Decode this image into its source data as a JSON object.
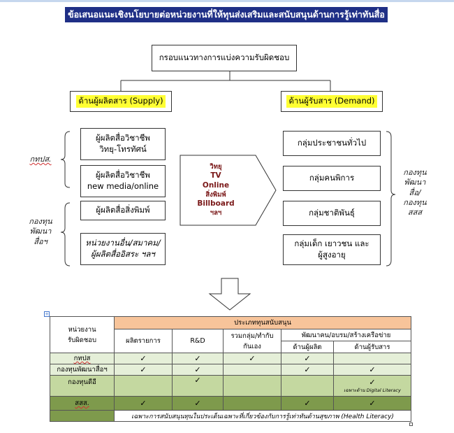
{
  "title": "ข้อเสนอแนะเชิงนโยบายต่อหน่วยงานที่ให้ทุนส่งเสริมและสนับสนุนด้านการรู้เท่าทันสื่อ",
  "framework": "กรอบแนวทางการแบ่งความรับผิดชอบ",
  "supply_label": "ด้านผู้ผลิตสาร (Supply)",
  "demand_label": "ด้านผู้รับสาร (Demand)",
  "supply_items": [
    {
      "line1": "ผู้ผลิตสื่อวิชาชีพ",
      "line2": "วิทยุ-โทรทัศน์"
    },
    {
      "line1": "ผู้ผลิตสื่อวิชาชีพ",
      "line2": "new media/online"
    },
    {
      "line1": "ผู้ผลิตสื่อสิ่งพิมพ์",
      "line2": ""
    },
    {
      "line1": "หน่วยงานอื่น/สมาคม/",
      "line2": "ผู้ผลิตสื่ออิสระ ฯลฯ"
    }
  ],
  "demand_items": [
    {
      "line1": "กลุ่มประชาชนทั่วไป",
      "line2": ""
    },
    {
      "line1": "กลุ่มคนพิการ",
      "line2": ""
    },
    {
      "line1": "กลุ่มชาติพันธุ์",
      "line2": ""
    },
    {
      "line1": "กลุ่มเด็ก เยาวชน และ",
      "line2": "ผู้สูงอายุ"
    }
  ],
  "left_side": {
    "top": "กทปส.",
    "bottom": [
      "กองทุน",
      "พัฒนา",
      "สื่อฯ"
    ]
  },
  "right_side": [
    "กองทุน",
    "พัฒนา",
    "สื่อ/",
    "กองทุน",
    "สสส"
  ],
  "media": [
    "วิทยุ",
    "TV",
    "Online",
    "สิ่งพิมพ์",
    "Billboard",
    "ฯลฯ"
  ],
  "table": {
    "header_unit": [
      "หน่วยงาน",
      "รับผิดชอบ"
    ],
    "header_type": "ประเภททุนสนับสนุน",
    "columns": [
      "ผลิตรายการ",
      "R&D",
      "รวมกลุ่ม/ทำกับกันเอง",
      "พัฒนาคน/อบรม/สร้างเครือข่าย"
    ],
    "sub_columns": [
      "ด้านผู้ผลิต",
      "ด้านผู้รับสาร"
    ],
    "tick": "✓",
    "rows": [
      {
        "name": "กทปส",
        "cells": [
          "✓",
          "✓",
          "✓",
          "✓",
          ""
        ]
      },
      {
        "name": "กองทุนพัฒนาสื่อฯ",
        "cells": [
          "✓",
          "✓",
          "",
          "✓",
          "✓"
        ]
      },
      {
        "name": "กองทุนดีอี",
        "cells": [
          "",
          "✓",
          "",
          "",
          "✓"
        ]
      },
      {
        "name": "สสส.",
        "cells": [
          "✓",
          "✓",
          "",
          "✓",
          "✓"
        ]
      }
    ],
    "de_note": "เฉพาะด้าน Digital Literacy",
    "footnote": "เฉพาะการสนับสนุนทุนในประเด็นเฉพาะที่เกี่ยวข้องกับการรู้เท่าทันด้านสุขภาพ (Health Literacy)"
  },
  "colors": {
    "title_bg": "#1f2f86",
    "highlight": "#ffff33",
    "header_orange": "#f7c49a",
    "green_light": "#e5efd8",
    "green_mid": "#c4d8a0",
    "green_dark": "#7e9a4c",
    "media_text": "#7a1818"
  }
}
